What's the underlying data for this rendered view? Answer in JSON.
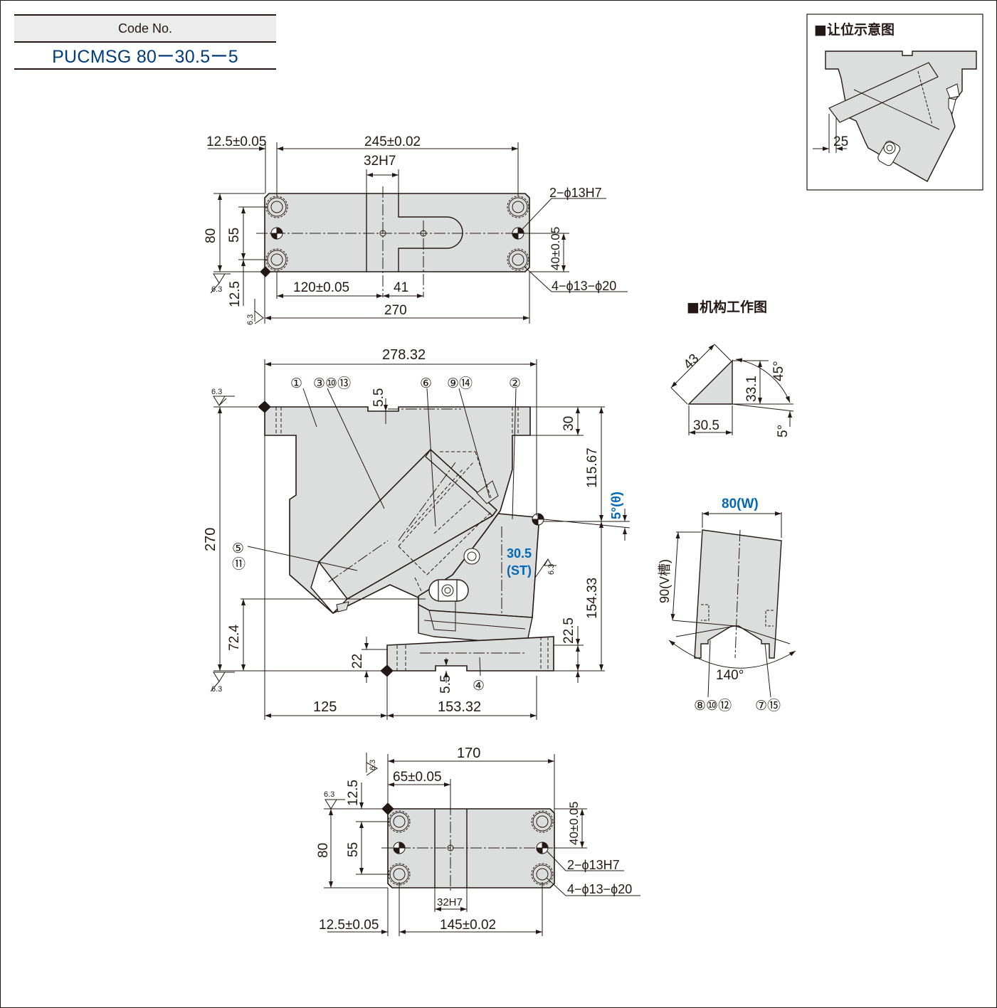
{
  "code_no": {
    "label": "Code No.",
    "value": "PUCMSG 80ー30.5ー5"
  },
  "titles": {
    "clearance": "■让位示意图",
    "mechanism": "■机构工作图"
  },
  "colors": {
    "line": "#231815",
    "part_fill": "#dcdddd",
    "accent_blue": "#0068b7",
    "code_blue": "#003b7a"
  },
  "top_view": {
    "d_left_margin": "12.5±0.05",
    "d_pitch": "245±0.02",
    "d_slot": "32H7",
    "d_dowel": "2−ϕ13H7",
    "d_height": "80",
    "d_hole_pitch": "55",
    "d_edge": "12.5",
    "d_dowel_y": "40±0.05",
    "d_counterbore": "4−ϕ13−ϕ20",
    "d_x120": "120±0.05",
    "d_x41": "41",
    "d_total": "270",
    "rough_a": "6.3",
    "rough_b": "6.3"
  },
  "front_view": {
    "d_width": "278.32",
    "d_slot_depth": "5.5",
    "d_top": "30",
    "d_upper": "115.67",
    "d_angle": "5°(θ)",
    "d_stroke": "30.5",
    "d_stroke_st": "(ST)",
    "d_lower": "154.33",
    "d_height": "270",
    "d_low": "72.4",
    "d_base": "22.5",
    "d_22": "22",
    "d_bottom_slot": "5.5",
    "d_left": "125",
    "d_right": "153.32",
    "rough_top": "6.3",
    "rough_bottom": "6.3",
    "rough_side": "6.3",
    "balloons": [
      "①",
      "③⑩⑬",
      "⑥",
      "⑨⑭",
      "②",
      "⑤",
      "⑪",
      "④"
    ]
  },
  "bottom_view": {
    "d_width": "170",
    "d_x65": "65±0.05",
    "d_edge": "12.5",
    "d_height": "80",
    "d_hole_pitch": "55",
    "d_dowel_y": "40±0.05",
    "d_dowel": "2−ϕ13H7",
    "d_counterbore": "4−ϕ13−ϕ20",
    "d_slot": "32H7",
    "d_margin": "12.5±0.05",
    "d_pitch": "145±0.02",
    "rough_a": "6.3",
    "rough_b": "6.3"
  },
  "clearance_view": {
    "d_25": "25"
  },
  "mechanism": {
    "d_43": "43",
    "d_33_1": "33.1",
    "d_45": "45°",
    "d_30_5": "30.5",
    "d_5": "5°",
    "d_width": "80(W)",
    "d_v": "90(V槽)",
    "d_140": "140°",
    "balloons_left": "⑧⑩⑫",
    "balloons_right": "⑦⑮"
  }
}
